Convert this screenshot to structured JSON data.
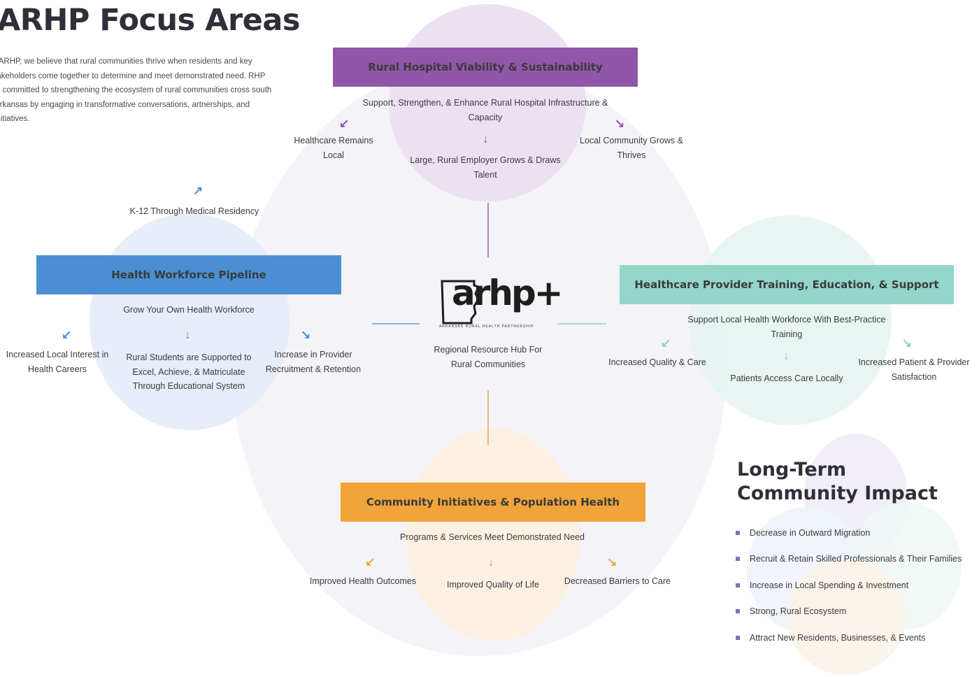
{
  "title": "ARHP Focus Areas",
  "intro": "t ARHP, we believe that rural communities thrive when residents and key takeholders come together to determine and meet demonstrated need. RHP is committed to strengthening the ecosystem of rural communities cross south Arkansas by engaging in transformative conversations, artnerships, and initiatives.",
  "hub": {
    "logo_text": "arhp+",
    "logo_subtext": "ARKANSAS RURAL HEALTH PARTNERSHIP",
    "caption": "Regional Resource Hub For Rural Communities"
  },
  "top": {
    "box_label": "Rural Hospital Viability & Sustainability",
    "subtitle": "Support, Strengthen, & Enhance Rural Hospital Infrastructure & Capacity",
    "outcome_left": "Healthcare Remains Local",
    "outcome_center": "Large, Rural Employer Grows & Draws Talent",
    "outcome_right": "Local Community Grows & Thrives"
  },
  "left": {
    "above_label": "K-12 Through Medical Residency",
    "box_label": "Health Workforce Pipeline",
    "subtitle": "Grow Your Own Health Workforce",
    "outcome_left": "Increased Local Interest in Health Careers",
    "outcome_center": "Rural Students are Supported to Excel, Achieve, & Matriculate Through Educational System",
    "outcome_right": "Increase in Provider Recruitment & Retention"
  },
  "right": {
    "box_label": "Healthcare Provider Training, Education, & Support",
    "subtitle": "Support Local Health Workforce With Best-Practice Training",
    "outcome_left": "Increased Quality & Care",
    "outcome_center": "Patients Access Care Locally",
    "outcome_right": "Increased Patient & Provider Satisfaction"
  },
  "bottom": {
    "box_label": "Community Initiatives & Population Health",
    "subtitle": "Programs & Services Meet Demonstrated Need",
    "outcome_left": "Improved Health Outcomes",
    "outcome_center": "Improved Quality of Life",
    "outcome_right": "Decreased Barriers to Care"
  },
  "impact": {
    "title": "Long-Term Community Impact",
    "items": [
      "Decrease in Outward Migration",
      "Recruit & Retain Skilled Professionals & Their Families",
      "Increase in Local Spending & Investment",
      "Strong, Rural Ecosystem",
      "Attract New Residents, Businesses, & Events"
    ]
  },
  "colors": {
    "purple": "#9056a8",
    "blue": "#4a8fd4",
    "teal": "#93d5c9",
    "orange": "#f1a43a",
    "bullet": "#8a6bb0"
  },
  "icons": {
    "arrow_down": "↓",
    "arrow_down_left": "↙",
    "arrow_down_right": "↘",
    "arrow_up_right": "↗"
  }
}
